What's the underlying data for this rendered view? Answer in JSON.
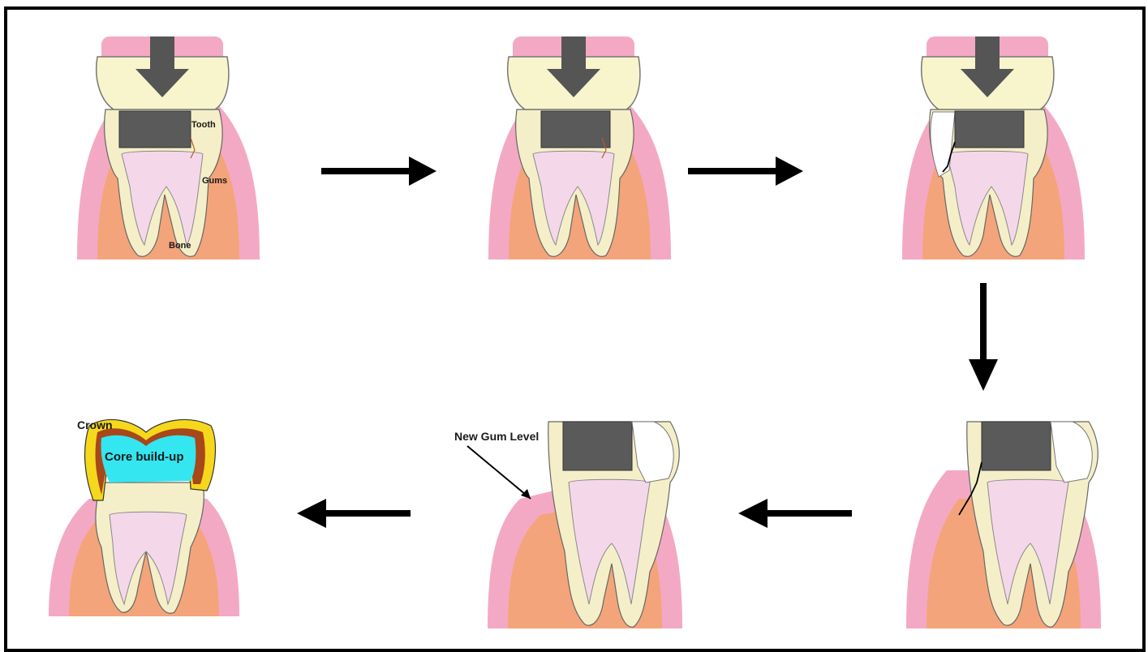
{
  "labels": {
    "tooth": "Tooth",
    "gums": "Gums",
    "bone": "Bone",
    "crown": "Crown",
    "core_build_up": "Core build-up",
    "new_gum_level": "New Gum Level"
  },
  "colors": {
    "gum": "#f3a9c4",
    "bone": "#f4a47a",
    "dentin": "#f4efc8",
    "pulp": "#f4d8ea",
    "filling": "#5a5a5a",
    "opposing_tooth": "#f8f4cc",
    "crown_gold": "#f5d81c",
    "crown_brown": "#a8471a",
    "core": "#33e6f0",
    "arrow": "#000000",
    "force_arrow": "#555555"
  }
}
